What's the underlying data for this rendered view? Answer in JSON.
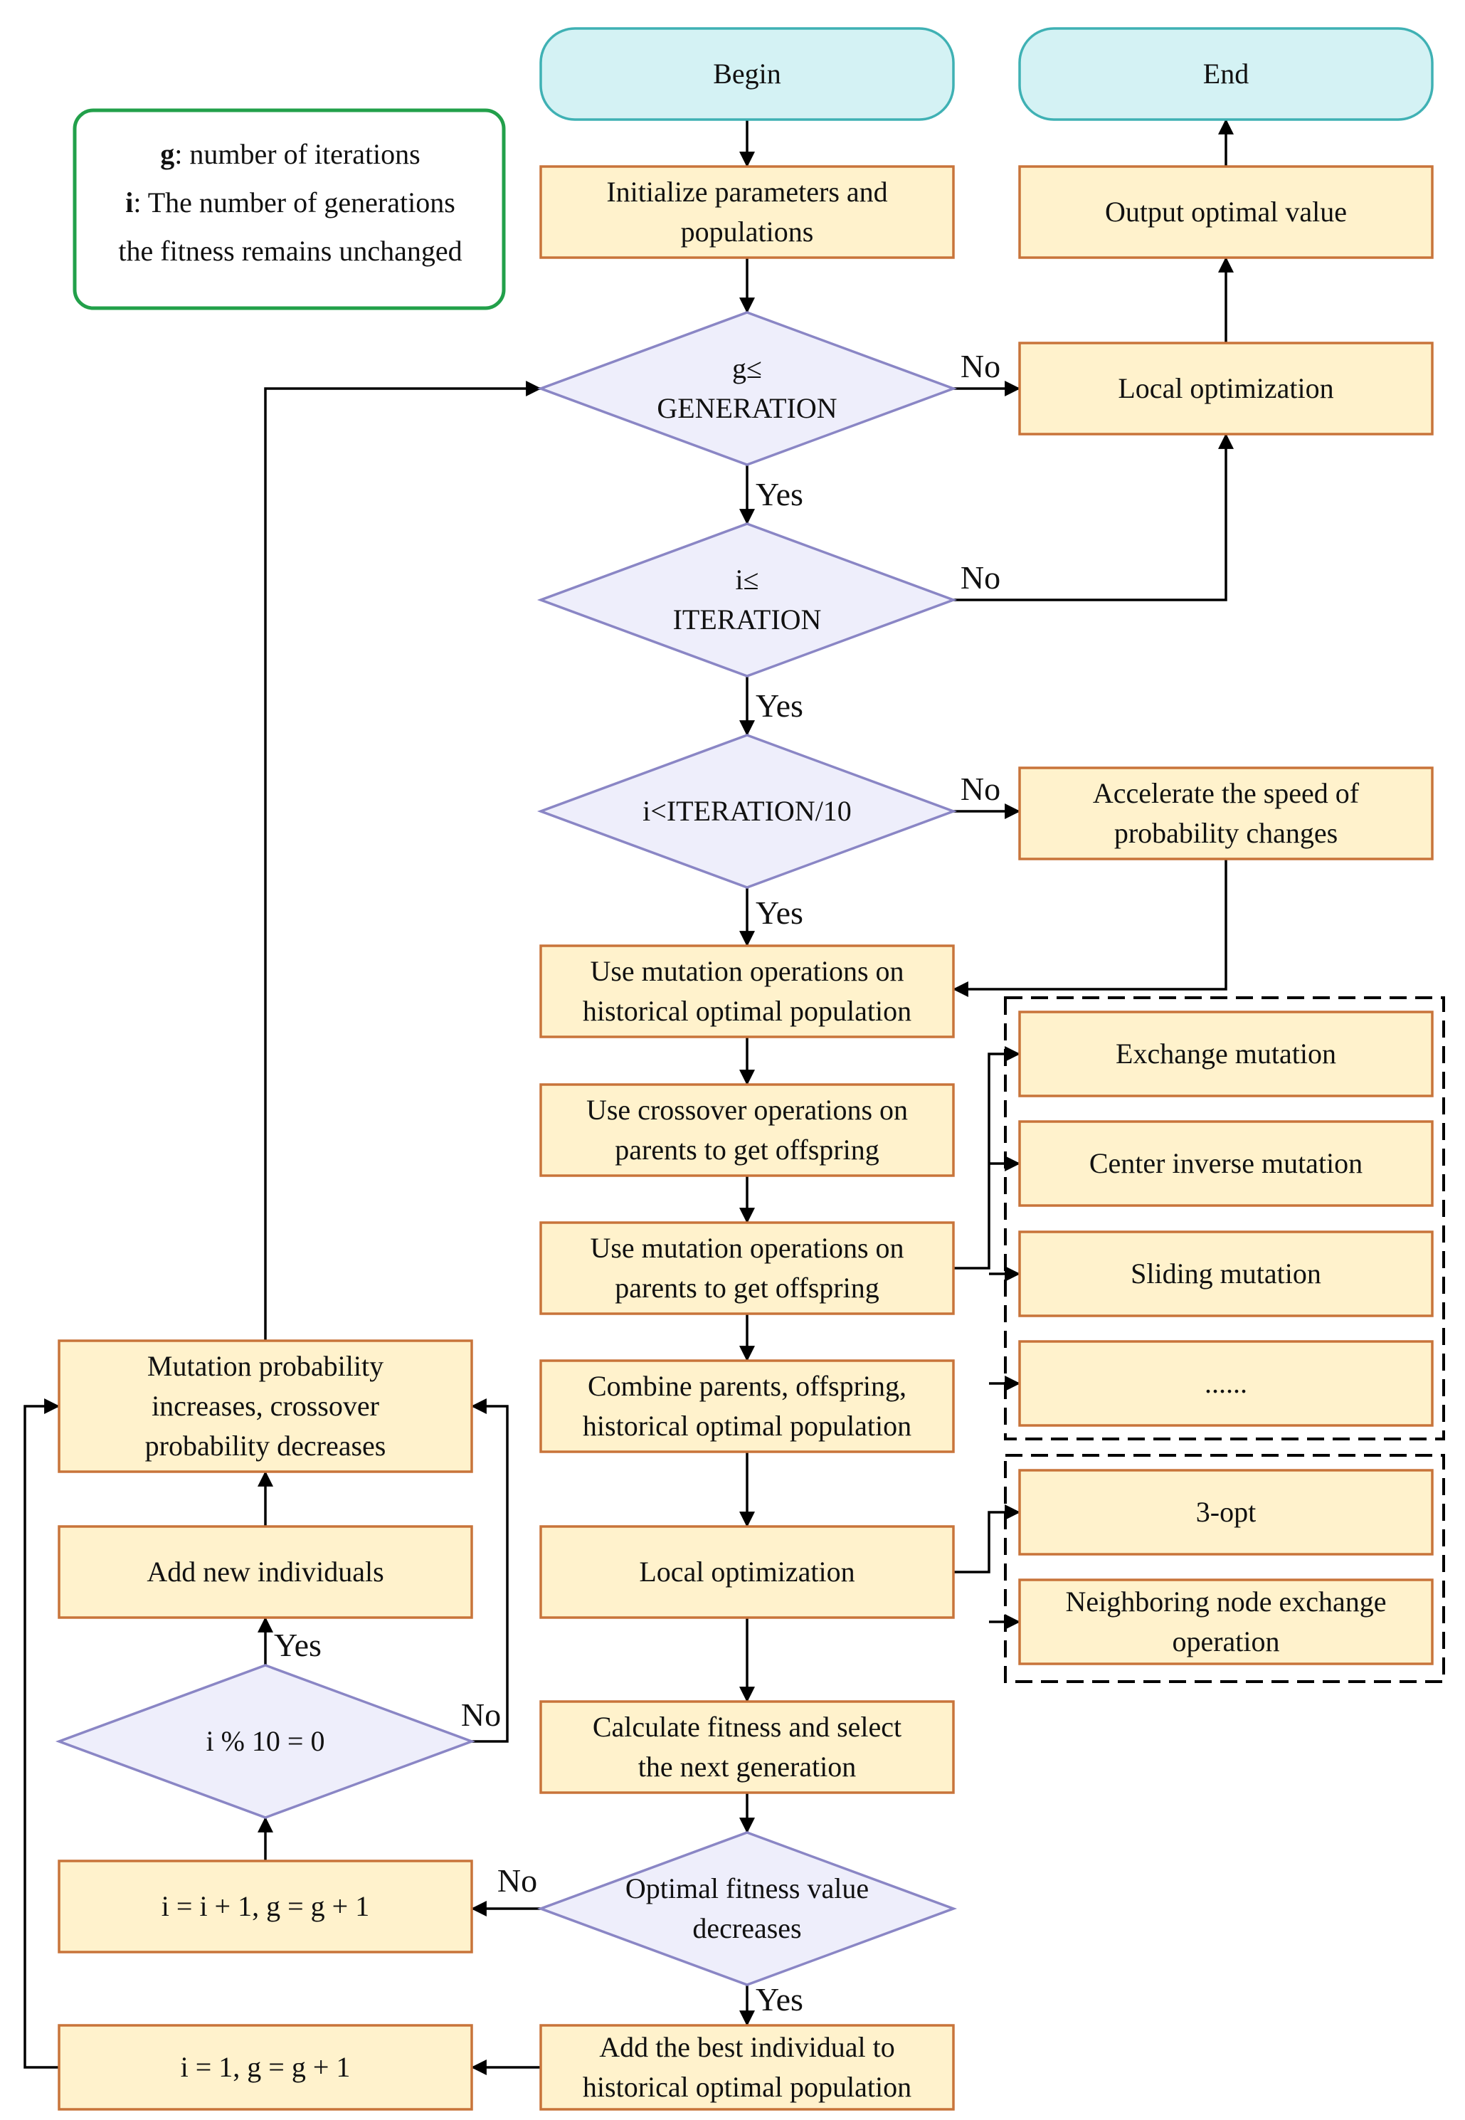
{
  "colors": {
    "process_fill": "#FFF2CC",
    "process_stroke": "#C8743A",
    "decision_fill": "#EEEEFB",
    "decision_stroke": "#8A86C5",
    "terminal_fill": "#D4F2F4",
    "terminal_stroke": "#3FB1B4",
    "legend_stroke": "#22A04A",
    "line": "#000000"
  },
  "legend": {
    "g_key": "g",
    "g_desc": ": number of iterations",
    "i_key": "i",
    "i_desc": ": The number of generations",
    "i_desc2": "the fitness remains unchanged"
  },
  "nodes": {
    "begin": {
      "text": [
        "Begin"
      ]
    },
    "end": {
      "text": [
        "End"
      ]
    },
    "init": {
      "text": [
        "Initialize parameters and",
        "populations"
      ]
    },
    "dec_g": {
      "text": [
        "g≤",
        "GENERATION"
      ]
    },
    "dec_i": {
      "text": [
        "i≤",
        "ITERATION"
      ]
    },
    "dec_i10": {
      "text": [
        "i<ITERATION/10"
      ]
    },
    "accel": {
      "text": [
        "Accelerate the speed of",
        "probability changes"
      ]
    },
    "mut_hist": {
      "text": [
        "Use mutation operations on",
        "historical optimal population"
      ]
    },
    "cross": {
      "text": [
        "Use crossover operations on",
        "parents to get offspring"
      ]
    },
    "mut_par": {
      "text": [
        "Use mutation operations on",
        "parents to get offspring"
      ]
    },
    "combine": {
      "text": [
        "Combine parents, offspring,",
        "historical optimal population"
      ]
    },
    "local_mid": {
      "text": [
        "Local optimization"
      ]
    },
    "calc": {
      "text": [
        "Calculate fitness and select",
        "the next generation"
      ]
    },
    "dec_opt": {
      "text": [
        "Optimal fitness value",
        "decreases"
      ]
    },
    "add_best": {
      "text": [
        "Add the best individual to",
        "historical optimal population"
      ]
    },
    "i_reset": {
      "text": [
        "i = 1, g = g + 1"
      ]
    },
    "i_inc": {
      "text": [
        "i = i + 1, g = g + 1"
      ]
    },
    "dec_mod": {
      "text": [
        "i % 10 = 0"
      ]
    },
    "add_new": {
      "text": [
        "Add new individuals"
      ]
    },
    "mut_prob": {
      "text": [
        "Mutation probability",
        "increases, crossover",
        "probability decreases"
      ]
    },
    "output": {
      "text": [
        "Output optimal value"
      ]
    },
    "local_top": {
      "text": [
        "Local optimization"
      ]
    },
    "exch": {
      "text": [
        "Exchange mutation"
      ]
    },
    "center": {
      "text": [
        "Center inverse mutation"
      ]
    },
    "slide": {
      "text": [
        "Sliding mutation"
      ]
    },
    "dots": {
      "text": [
        "......"
      ]
    },
    "opt3": {
      "text": [
        "3-opt"
      ]
    },
    "neigh": {
      "text": [
        "Neighboring node exchange",
        "operation"
      ]
    }
  },
  "labels": {
    "no_g": "No",
    "yes_g": "Yes",
    "no_i": "No",
    "yes_i": "Yes",
    "no_i10": "No",
    "yes_i10": "Yes",
    "no_opt": "No",
    "yes_opt": "Yes",
    "yes_mod": "Yes",
    "no_mod": "No"
  }
}
